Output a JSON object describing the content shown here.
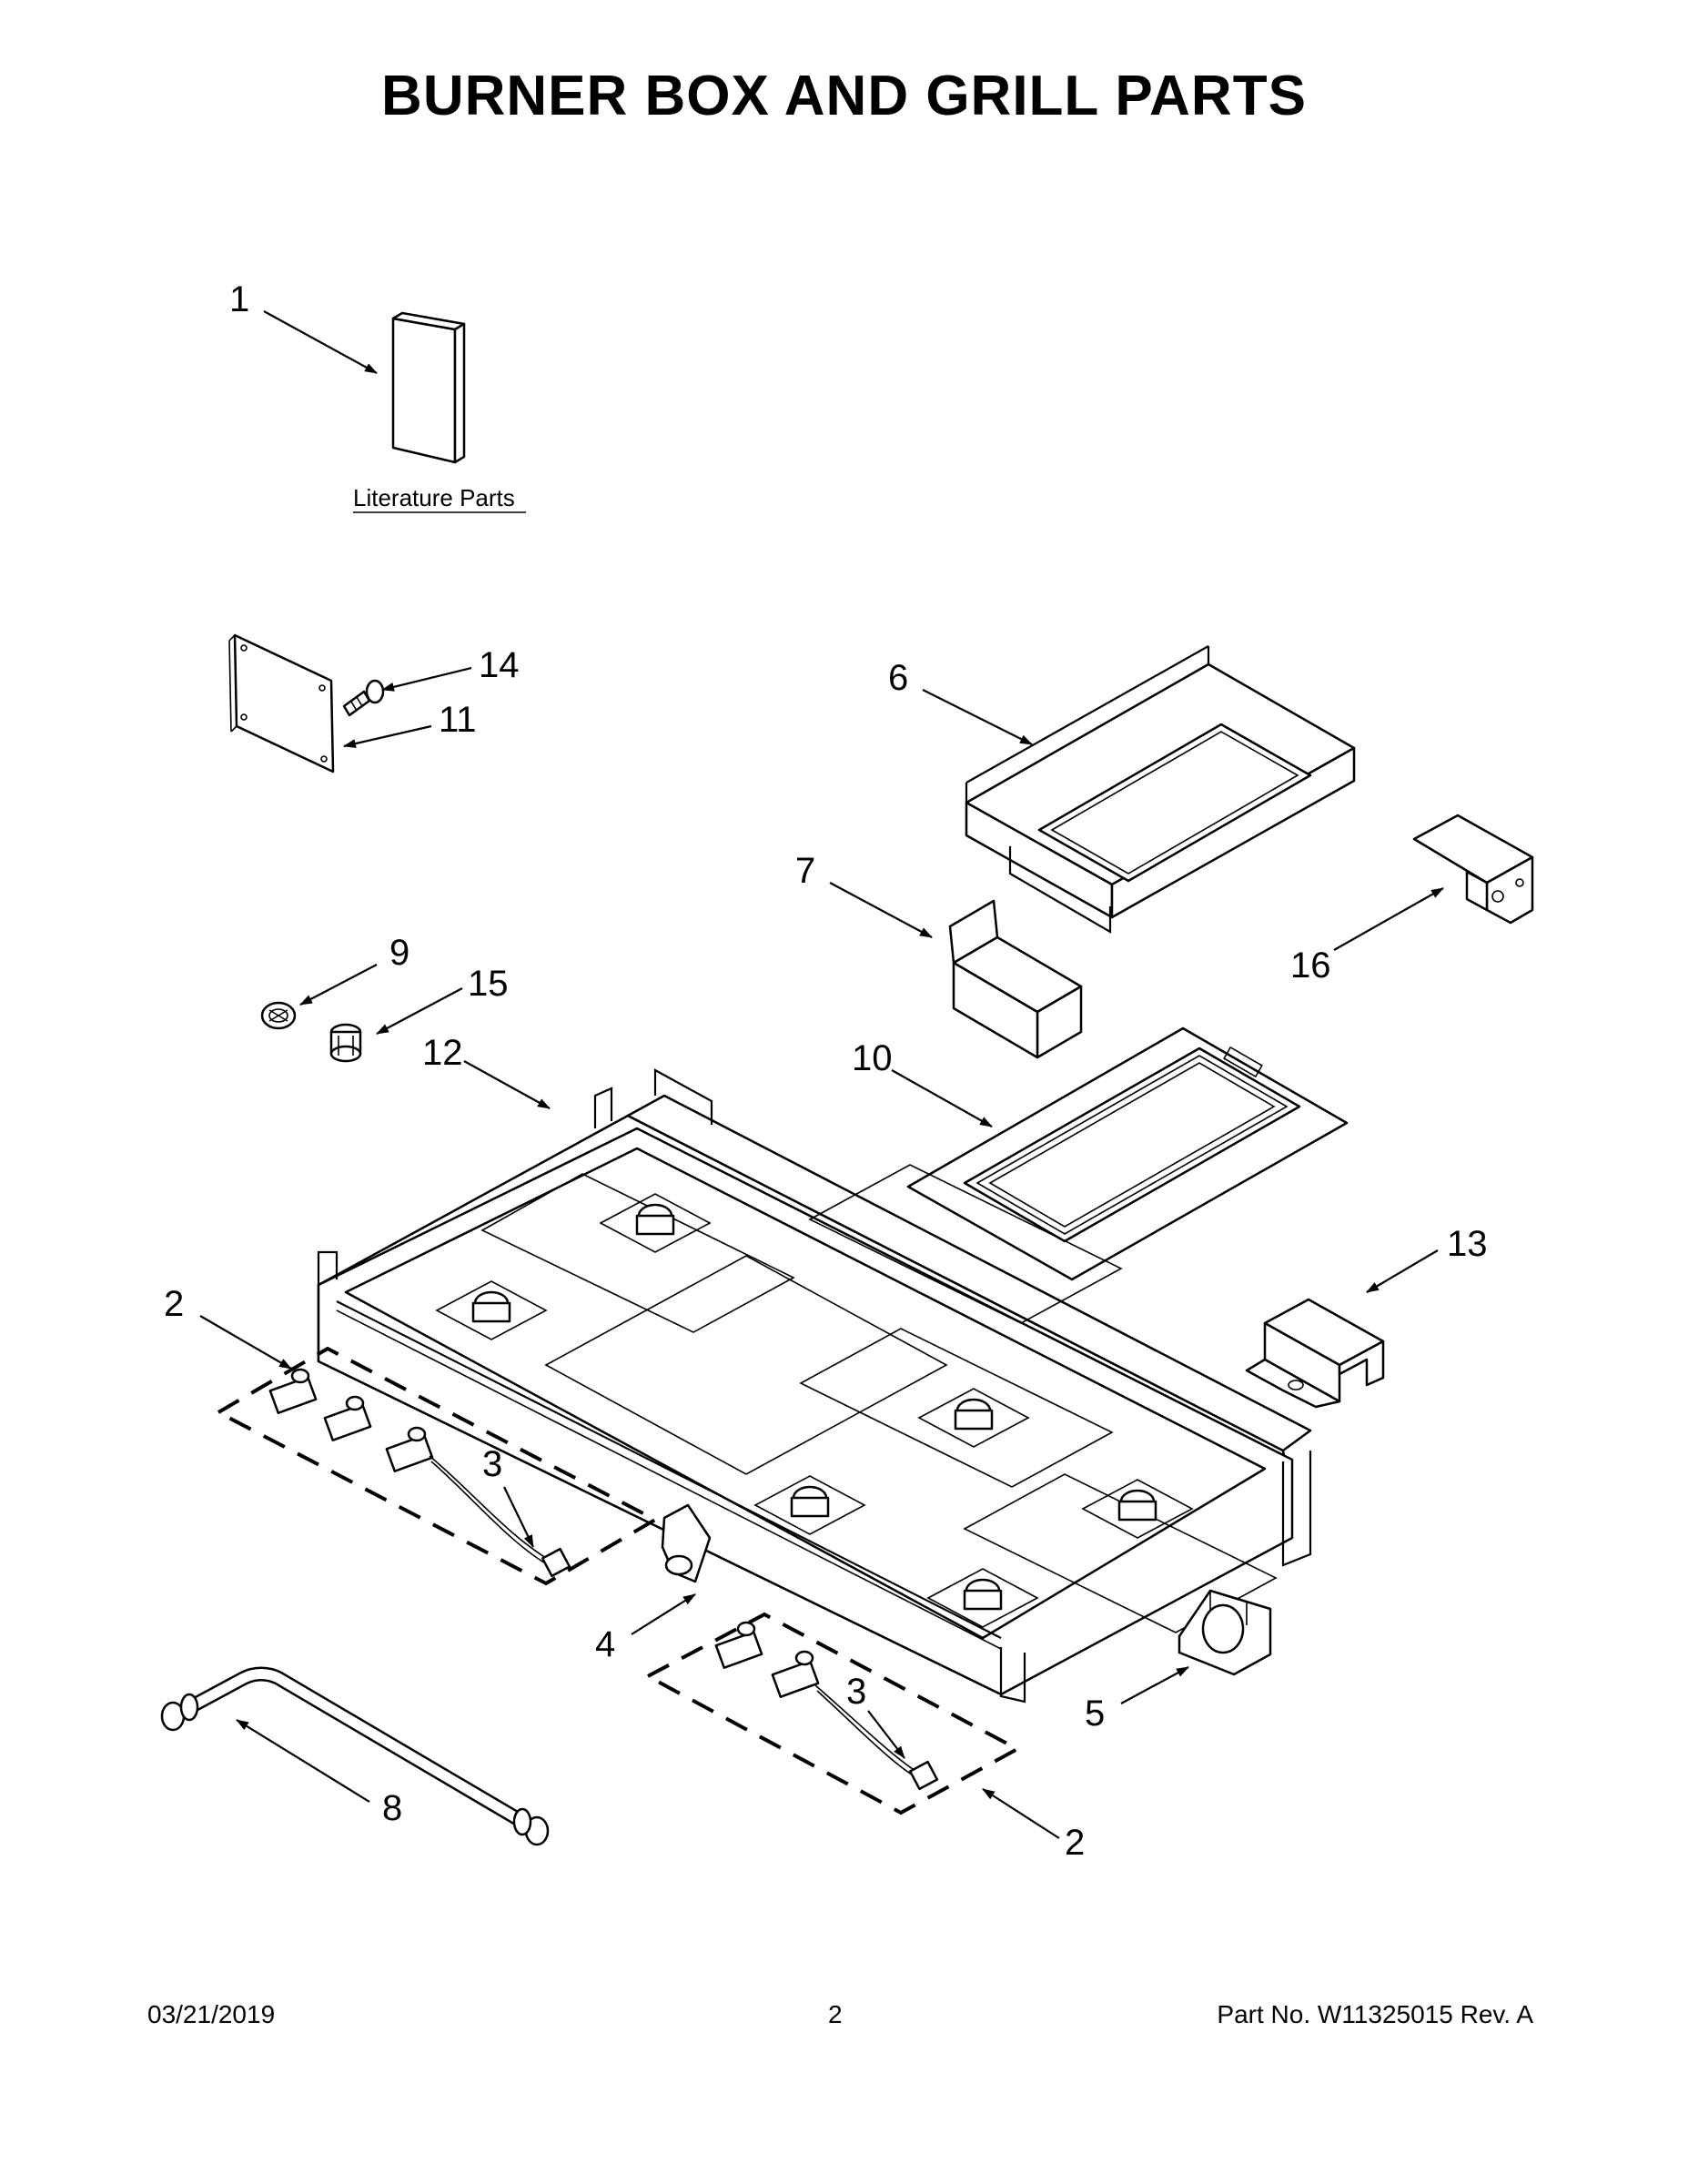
{
  "page": {
    "title": "BURNER BOX AND GRILL PARTS",
    "footer": {
      "date": "03/21/2019",
      "page_number": "2",
      "part_number": "Part No.  W11325015  Rev.  A"
    }
  },
  "diagram": {
    "literature_label": "Literature Parts",
    "callouts": [
      "1",
      "14",
      "11",
      "6",
      "7",
      "16",
      "9",
      "15",
      "10",
      "12",
      "13",
      "2",
      "3",
      "4",
      "3",
      "5",
      "8",
      "2"
    ]
  }
}
